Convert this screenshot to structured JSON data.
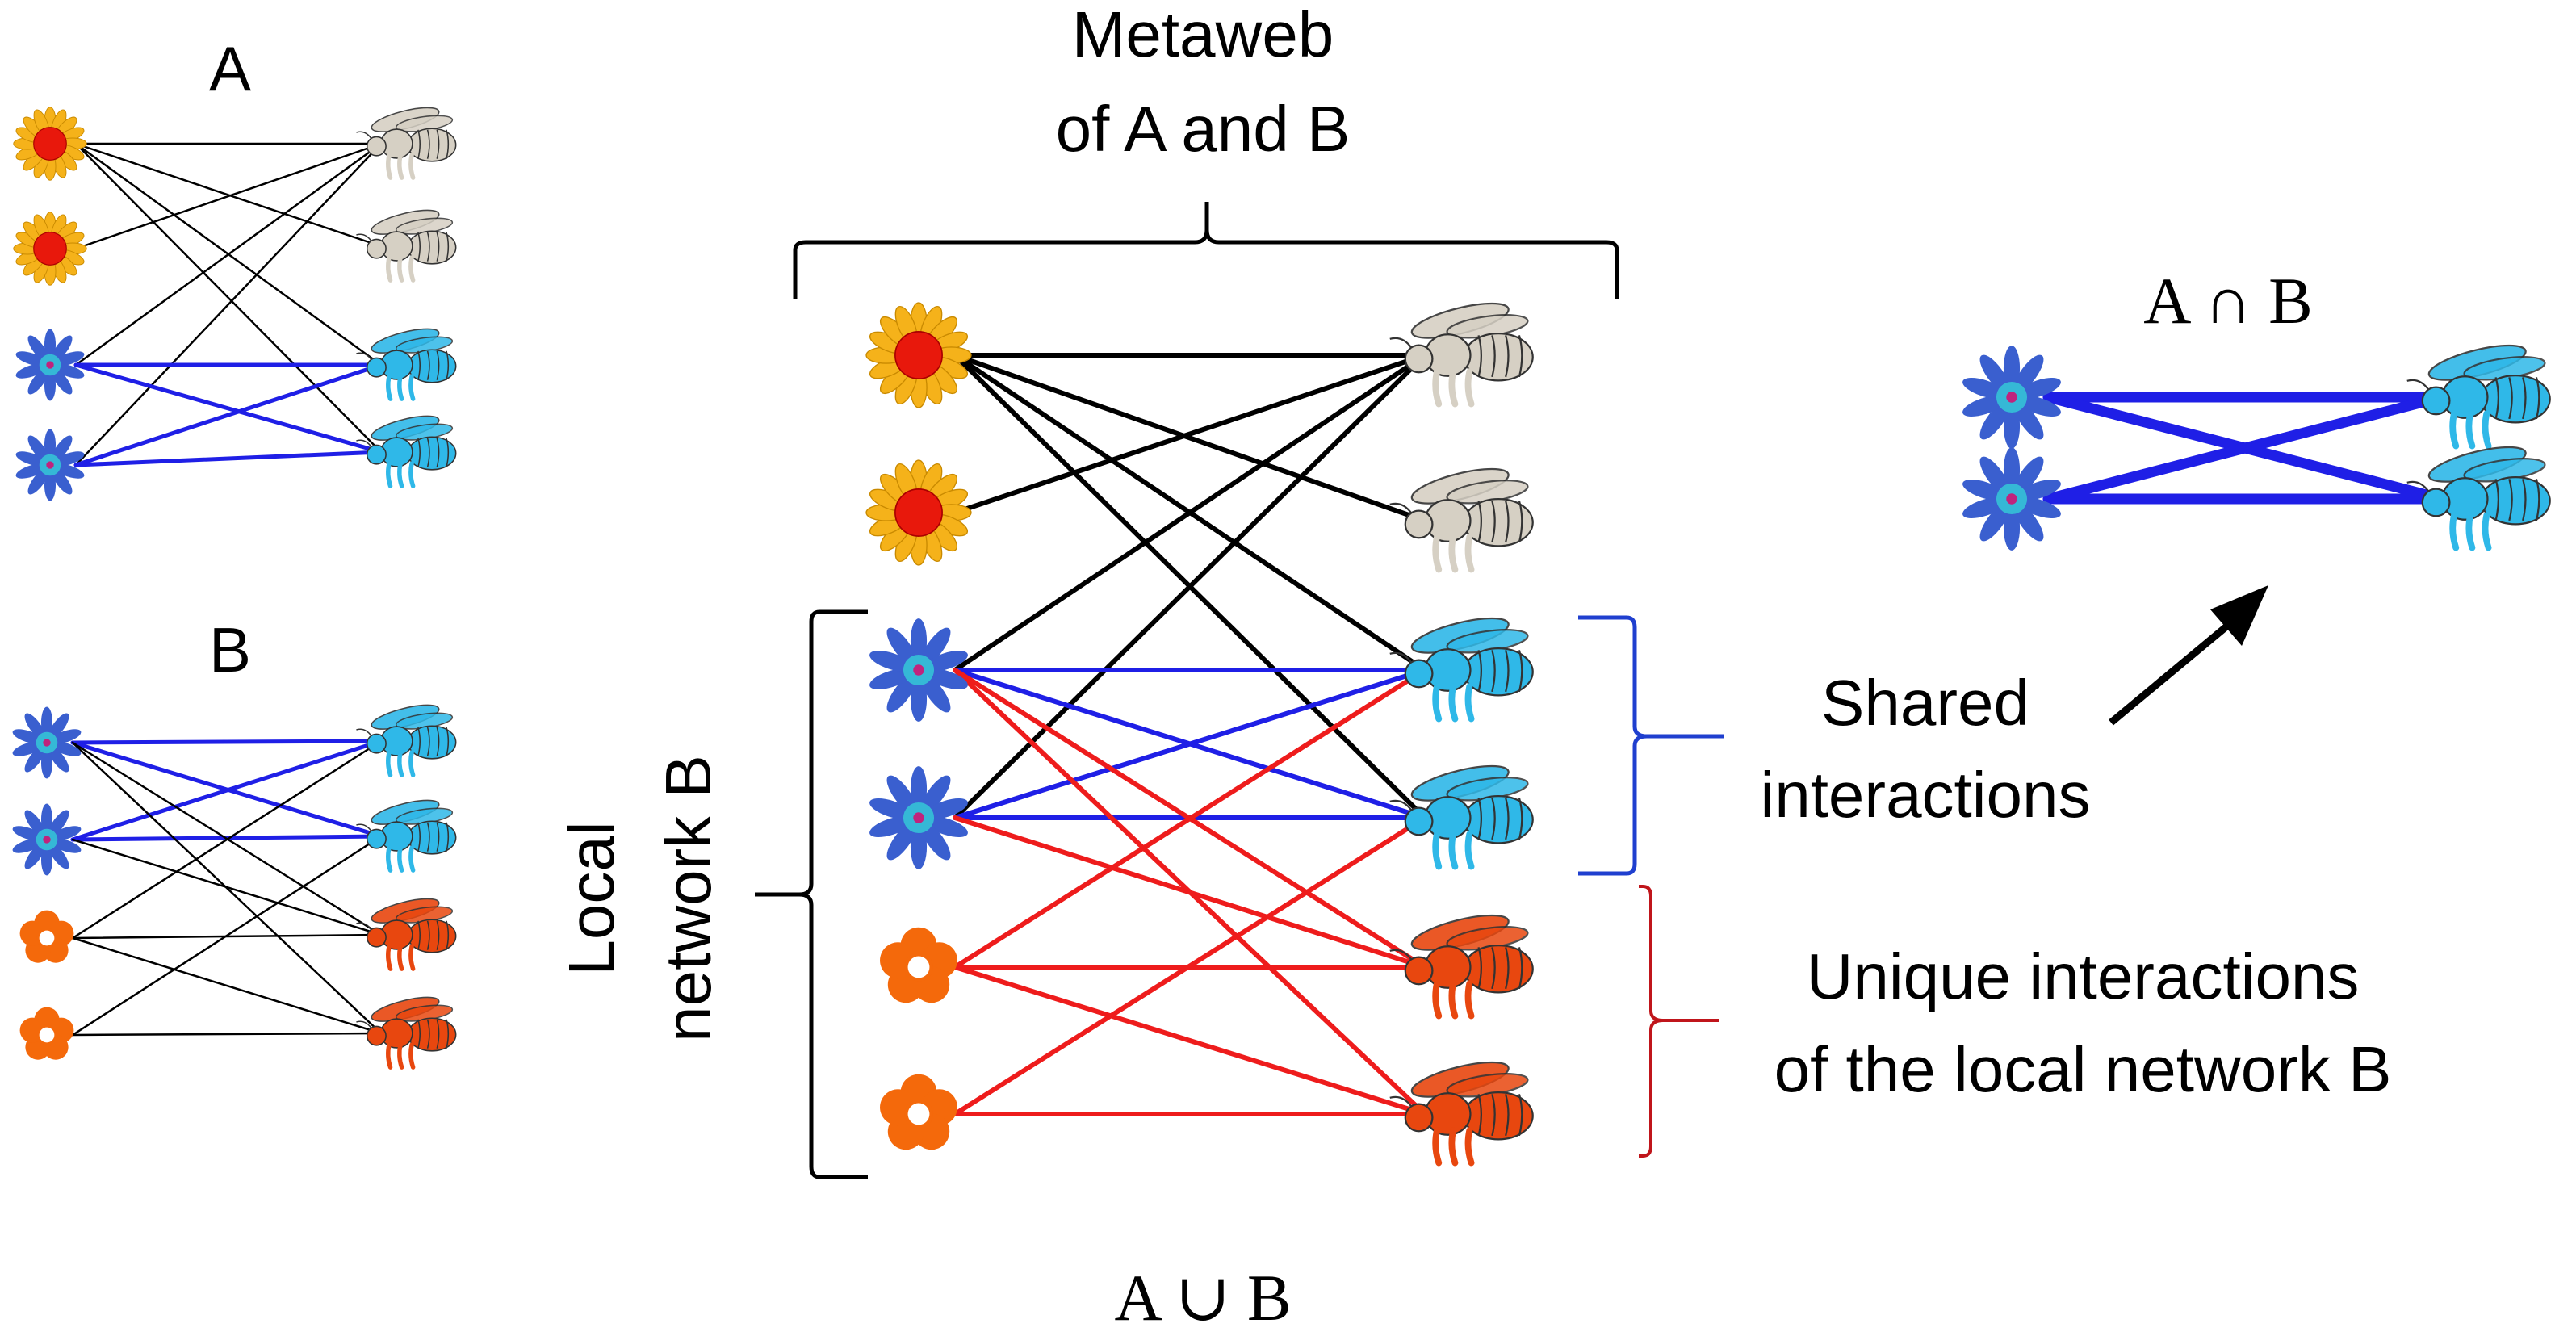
{
  "labels": {
    "panel_a": "A",
    "panel_b": "B",
    "metaweb_line1": "Metaweb",
    "metaweb_line2": "of A and B",
    "local_line1": "Local",
    "local_line2": "network B",
    "shared_line1": "Shared",
    "shared_line2": "interactions",
    "unique_line1": "Unique interactions",
    "unique_line2": "of the local network B",
    "intersection": "A ∩ B",
    "union": "A ∪ B"
  },
  "colors": {
    "sunflower_petal": "#f5b21a",
    "sunflower_center": "#e8180c",
    "blue_flower_petal": "#3a5fcf",
    "blue_flower_center": "#35b8d6",
    "blue_flower_dot": "#c0237d",
    "orange_flower": "#f4690b",
    "grey_bee": "#d6d0c4",
    "blue_bee": "#2fb8e8",
    "orange_bee": "#e8470f",
    "edge_black": "#000000",
    "edge_blue": "#1f1fe6",
    "edge_red": "#ee1c1c",
    "brace_blue": "#1f3fcf",
    "brace_red": "#c0151b",
    "arrow": "#000000"
  },
  "species": {
    "plants": [
      "sunflower",
      "sunflower",
      "blue-flower",
      "blue-flower",
      "orange-flower",
      "orange-flower"
    ],
    "pollinators": [
      "grey-bee",
      "grey-bee",
      "blue-bee",
      "blue-bee",
      "orange-bee",
      "orange-bee"
    ]
  },
  "networks": {
    "A": {
      "plants": [
        0,
        1,
        2,
        3
      ],
      "pollinators": [
        0,
        1,
        2,
        3
      ],
      "edges": [
        [
          0,
          0,
          "black"
        ],
        [
          0,
          1,
          "black"
        ],
        [
          0,
          2,
          "black"
        ],
        [
          0,
          3,
          "black"
        ],
        [
          1,
          0,
          "black"
        ],
        [
          2,
          0,
          "black"
        ],
        [
          3,
          0,
          "black"
        ],
        [
          2,
          2,
          "blue"
        ],
        [
          2,
          3,
          "blue"
        ],
        [
          3,
          2,
          "blue"
        ],
        [
          3,
          3,
          "blue"
        ]
      ]
    },
    "B": {
      "plants": [
        2,
        3,
        4,
        5
      ],
      "pollinators": [
        2,
        3,
        4,
        5
      ],
      "edges": [
        [
          2,
          2,
          "blue"
        ],
        [
          2,
          3,
          "blue"
        ],
        [
          3,
          2,
          "blue"
        ],
        [
          3,
          3,
          "blue"
        ],
        [
          2,
          4,
          "black"
        ],
        [
          2,
          5,
          "black"
        ],
        [
          3,
          4,
          "black"
        ],
        [
          4,
          2,
          "black"
        ],
        [
          4,
          4,
          "black"
        ],
        [
          4,
          5,
          "black"
        ],
        [
          5,
          3,
          "black"
        ],
        [
          5,
          5,
          "black"
        ]
      ]
    },
    "metaweb": {
      "plants": [
        0,
        1,
        2,
        3,
        4,
        5
      ],
      "pollinators": [
        0,
        1,
        2,
        3,
        4,
        5
      ],
      "edges": [
        [
          0,
          0,
          "black"
        ],
        [
          0,
          1,
          "black"
        ],
        [
          0,
          2,
          "black"
        ],
        [
          0,
          3,
          "black"
        ],
        [
          1,
          0,
          "black"
        ],
        [
          2,
          0,
          "black"
        ],
        [
          3,
          0,
          "black"
        ],
        [
          2,
          2,
          "blue"
        ],
        [
          2,
          3,
          "blue"
        ],
        [
          3,
          2,
          "blue"
        ],
        [
          3,
          3,
          "blue"
        ],
        [
          2,
          4,
          "red"
        ],
        [
          2,
          5,
          "red"
        ],
        [
          3,
          4,
          "red"
        ],
        [
          4,
          2,
          "red"
        ],
        [
          4,
          4,
          "red"
        ],
        [
          4,
          5,
          "red"
        ],
        [
          5,
          3,
          "red"
        ],
        [
          5,
          5,
          "red"
        ]
      ]
    },
    "intersection": {
      "plants": [
        2,
        3
      ],
      "pollinators": [
        2,
        3
      ],
      "edges": [
        [
          2,
          2,
          "blue"
        ],
        [
          2,
          3,
          "blue"
        ],
        [
          3,
          2,
          "blue"
        ],
        [
          3,
          3,
          "blue"
        ]
      ]
    }
  }
}
